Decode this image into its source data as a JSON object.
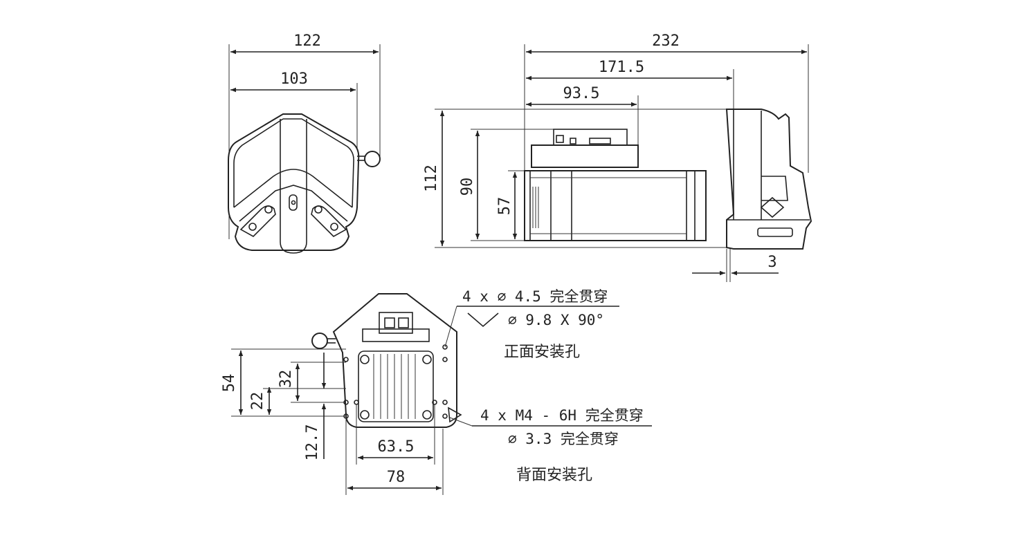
{
  "front_view": {
    "width_overall": "122",
    "width_body": "103"
  },
  "side_view": {
    "length_overall": "232",
    "length_motor": "171.5",
    "length_driver": "93.5",
    "height_overall": "112",
    "height_body": "90",
    "height_motor": "57",
    "flange_thickness": "3"
  },
  "rear_view": {
    "hole_span_vertical": "54",
    "hole_span_32": "32",
    "hole_span_22": "22",
    "hole_offset": "12.7",
    "hole_span_horizontal": "63.5",
    "width_rear": "78"
  },
  "notes": {
    "front_holes_line1": "4 x  ∅  4.5 完全贯穿",
    "front_holes_line2": "∅  9.8 X 90°",
    "front_holes_label": "正面安装孔",
    "back_holes_line1": "4 x  M4 - 6H 完全贯穿",
    "back_holes_line2": "∅  3.3 完全贯穿",
    "back_holes_label": "背面安装孔"
  }
}
